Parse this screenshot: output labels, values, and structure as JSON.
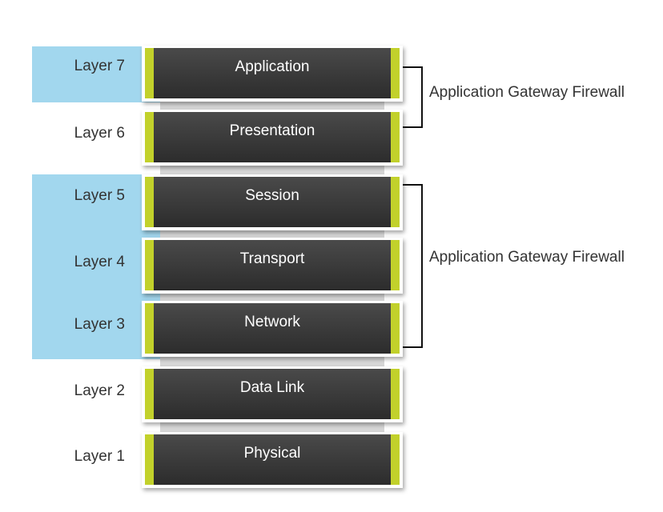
{
  "layers": [
    {
      "label": "Layer 7",
      "name": "Application"
    },
    {
      "label": "Layer 6",
      "name": "Presentation"
    },
    {
      "label": "Layer 5",
      "name": "Session"
    },
    {
      "label": "Layer 4",
      "name": "Transport"
    },
    {
      "label": "Layer 3",
      "name": "Network"
    },
    {
      "label": "Layer 2",
      "name": "Data Link"
    },
    {
      "label": "Layer 1",
      "name": "Physical"
    }
  ],
  "brackets": [
    {
      "label": "Application Gateway Firewall"
    },
    {
      "label": "Application Gateway Firewall"
    }
  ],
  "colors": {
    "highlight": "#a2d7ee",
    "accent": "#c2d12b",
    "block": "#3a3a3a"
  }
}
